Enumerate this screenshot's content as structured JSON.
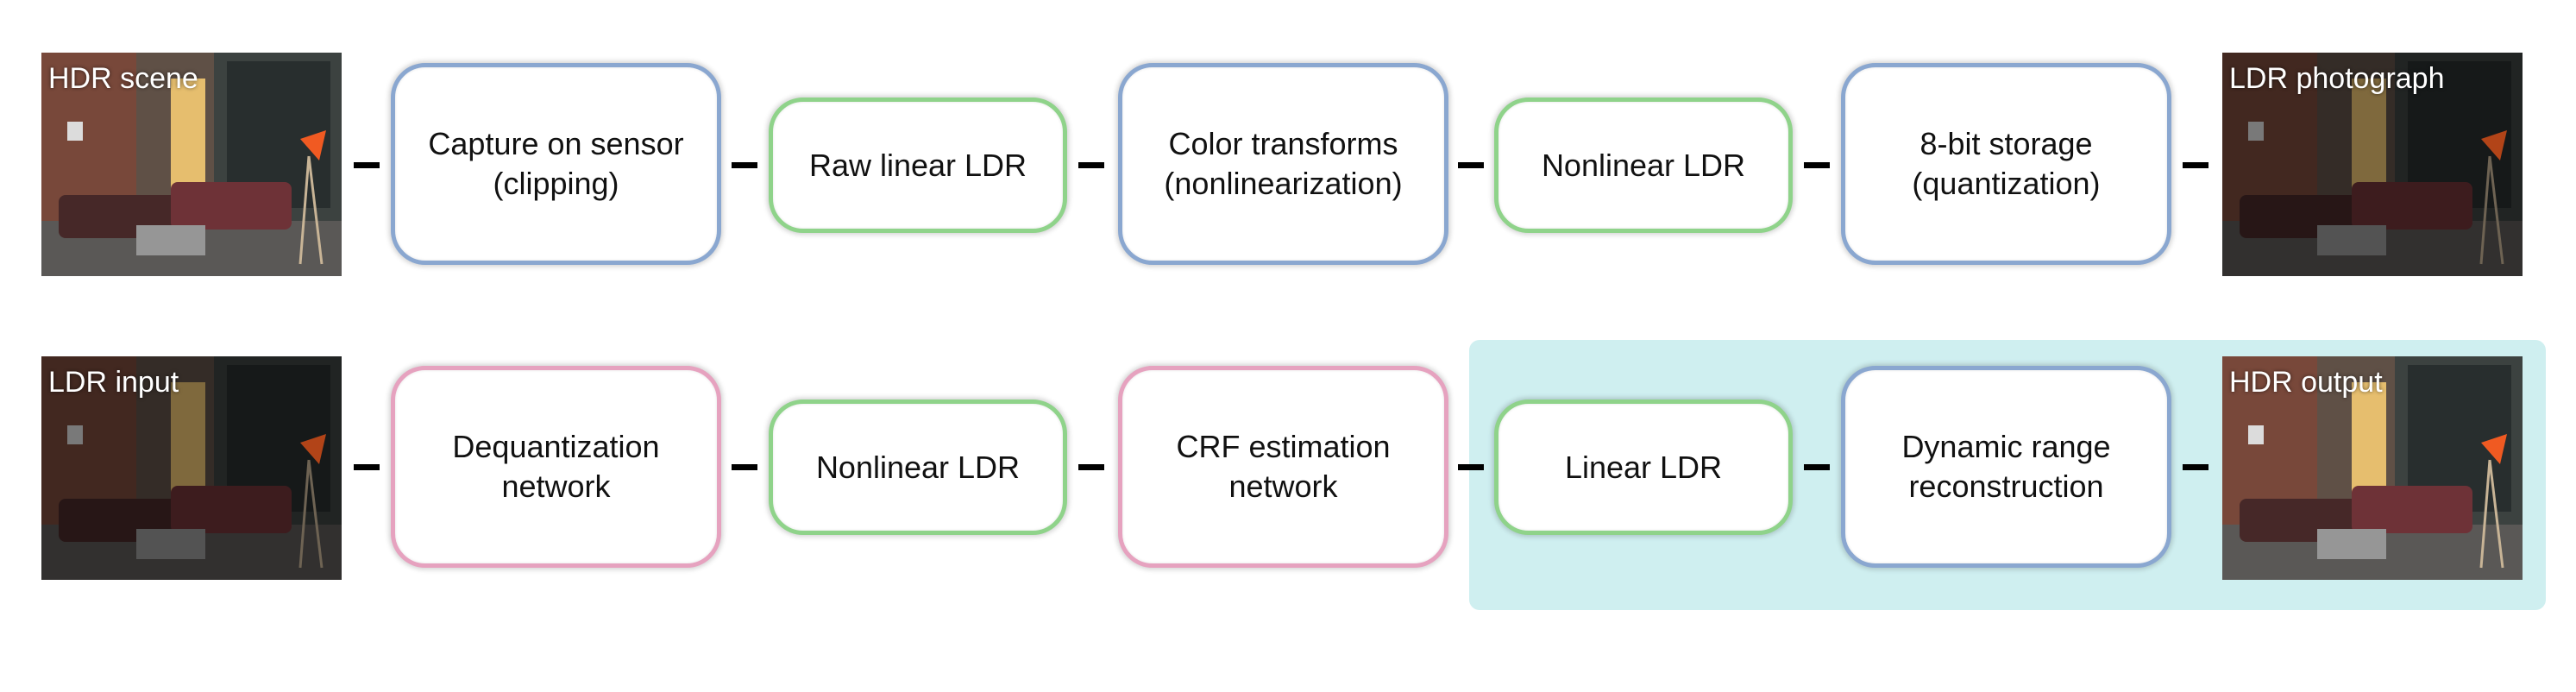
{
  "colors": {
    "blue_border": "#8aa7d0",
    "green_border": "#8fd38a",
    "pink_border": "#e6a2bf",
    "highlight_bg": "#cfeff0",
    "connector": "#000000"
  },
  "rows": [
    {
      "id": "capture-pipeline",
      "photos": [
        {
          "label": "HDR scene",
          "tone": "bright"
        },
        {
          "label": "LDR photograph",
          "tone": "dark"
        }
      ],
      "boxes": [
        {
          "label": "Capture on sensor\n(clipping)",
          "kind": "blue"
        },
        {
          "label": "Raw linear LDR",
          "kind": "green"
        },
        {
          "label": "Color transforms\n(nonlinearization)",
          "kind": "blue"
        },
        {
          "label": "Nonlinear LDR",
          "kind": "green"
        },
        {
          "label": "8-bit storage\n(quantization)",
          "kind": "blue"
        }
      ]
    },
    {
      "id": "reconstruction-pipeline",
      "photos": [
        {
          "label": "LDR input",
          "tone": "dark"
        },
        {
          "label": "HDR output",
          "tone": "bright"
        }
      ],
      "boxes": [
        {
          "label": "Dequantization\nnetwork",
          "kind": "pink"
        },
        {
          "label": "Nonlinear LDR",
          "kind": "green"
        },
        {
          "label": "CRF estimation\nnetwork",
          "kind": "pink"
        },
        {
          "label": "Linear LDR",
          "kind": "green"
        },
        {
          "label": "Dynamic range\nreconstruction",
          "kind": "blue"
        }
      ]
    }
  ]
}
